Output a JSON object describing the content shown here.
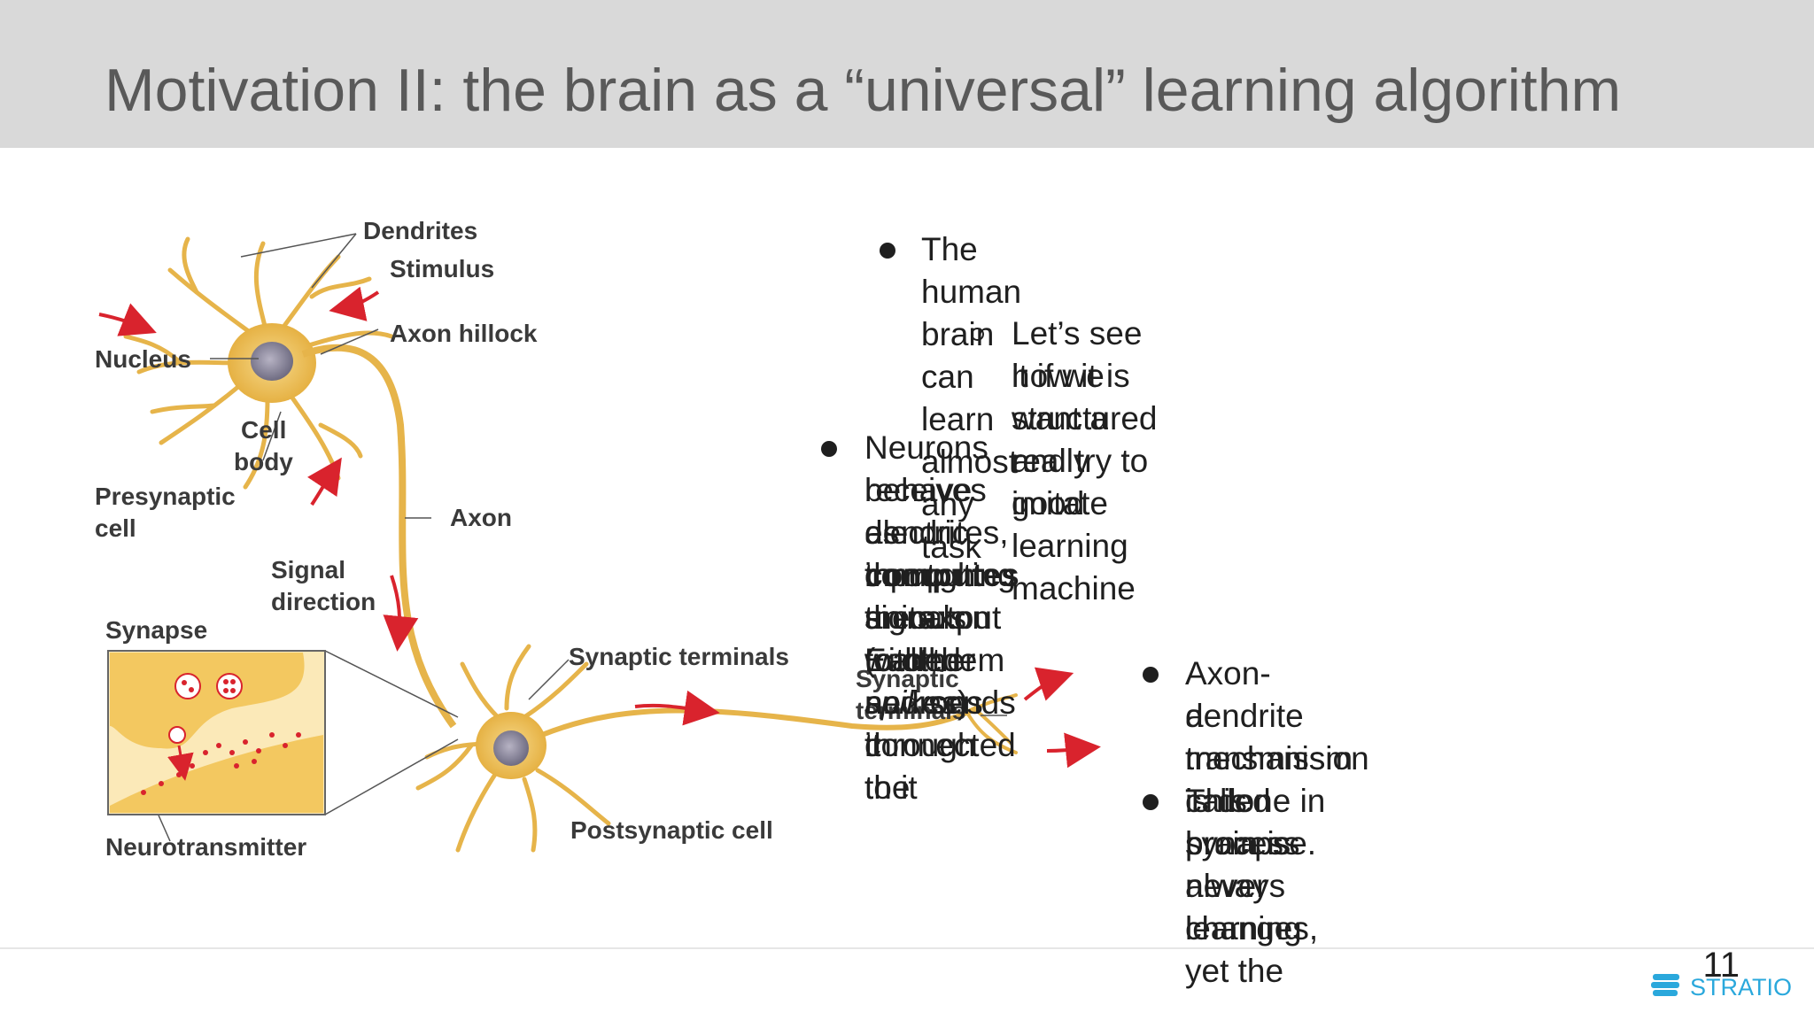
{
  "slide": {
    "title": "Motivation II: the brain as a “universal” learning algorithm",
    "page_number": "11",
    "logo_text": "STRATIO"
  },
  "diagram": {
    "labels": {
      "dendrites": "Dendrites",
      "stimulus": "Stimulus",
      "axon_hillock": "Axon hillock",
      "nucleus": "Nucleus",
      "cell": "Cell",
      "body": "body",
      "presynaptic": "Presynaptic",
      "cell2": "cell",
      "axon": "Axon",
      "signal": "Signal",
      "direction": "direction",
      "synapse": "Synapse",
      "synaptic_terminals": "Synaptic terminals",
      "synaptic": "Synaptic",
      "terminals": "terminals",
      "postsynaptic_cell": "Postsynaptic cell",
      "neurotransmitter": "Neurotransmitter"
    }
  },
  "bullets": {
    "b1": "The human brain can learn almost any task",
    "b1_sub_line1": "Let’s see how it is structured and try to imitate",
    "b1_sub_line2": "it if we want a really good learning machine",
    "b2_line1": "Neurons behave as computing units. Each neuron",
    "b2_line2_a": "receives electric input signals (called ",
    "b2_line2_em": "spikes",
    "b2_line2_b": ") through the",
    "b2_line3_a": "dendrites, ",
    "b2_line3_strong": "computes",
    "b2_line3_b": " an output with them and sends it",
    "b2_line4": "through the axon to other neurons connected to it",
    "b3_line1": "Axon-dendrite transmission is done in",
    "b3_line2": "a mechanism called synapse.",
    "b4_line1": "This process never changes, yet the",
    "b4_line2": "brain is always learning"
  },
  "colors": {
    "header_bg": "#d9d9d9",
    "title_text": "#595959",
    "neuron": "#e8b84a",
    "arrow": "#d9232d",
    "logo": "#2aa8dc"
  }
}
